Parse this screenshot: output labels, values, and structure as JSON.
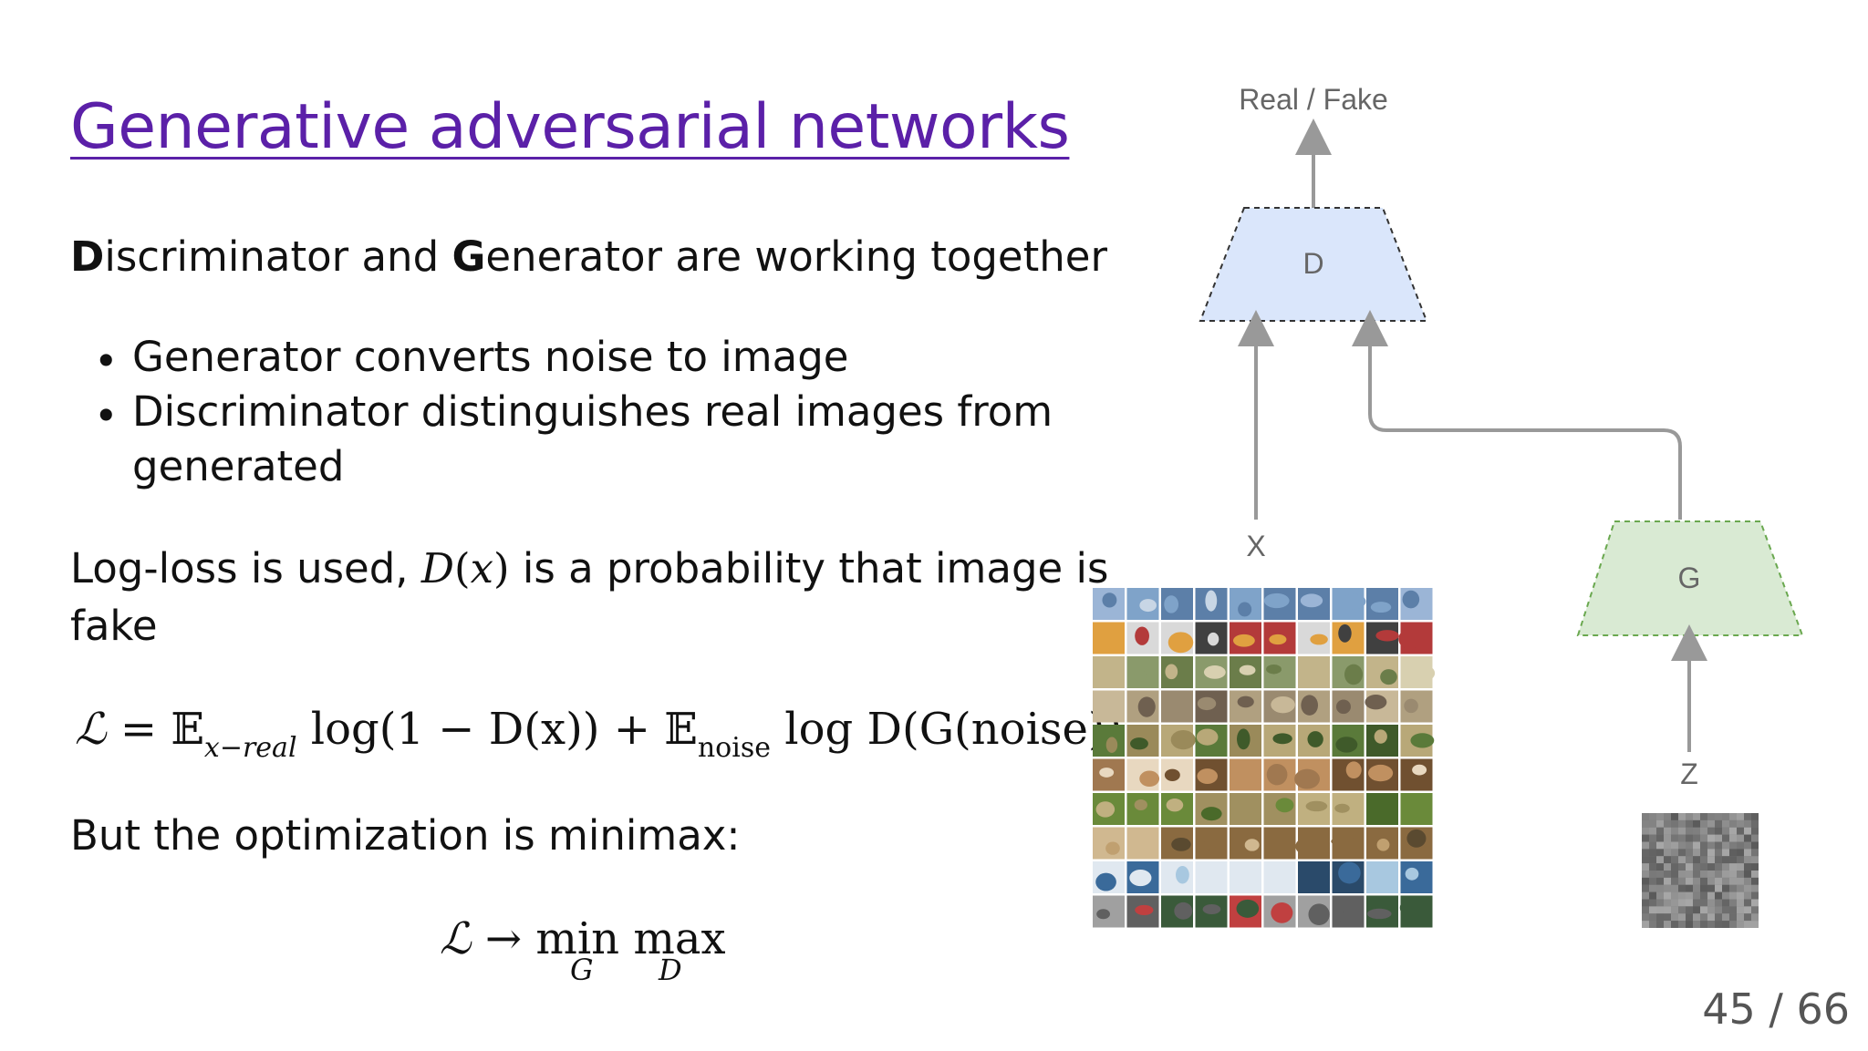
{
  "slide": {
    "title": "Generative adversarial networks",
    "intro": {
      "d_letter": "D",
      "part1": "iscriminator and ",
      "g_letter": "G",
      "part2": "enerator are working together"
    },
    "bullets": [
      "Generator converts noise to image",
      "Discriminator distinguishes real images from",
      "generated"
    ],
    "logloss": {
      "part1": "Log-loss is used, ",
      "func": "D",
      "paren_open": "(",
      "var": "x",
      "paren_close": ")",
      "part2": " is a probability that image is",
      "line2": "fake"
    },
    "loss_formula": {
      "L": "ℒ",
      "eq": " = 𝔼",
      "sub1": "x−real",
      "term1": " log(1 − D(x)) + 𝔼",
      "sub2": "noise",
      "term2": " log D(G(noise))"
    },
    "minimax_text": "But the optimization is minimax:",
    "minimax_formula": {
      "lhs": "ℒ → ",
      "min": "min",
      "max": "max",
      "min_sub": "G",
      "max_sub": "D"
    },
    "page_number": "45 / 66"
  },
  "diagram": {
    "output_label": "Real / Fake",
    "discriminator_label": "D",
    "generator_label": "G",
    "x_label": "X",
    "z_label": "Z",
    "colors": {
      "discriminator_fill": "#dae6fb",
      "generator_fill": "#d9ead3",
      "arrow": "#999999"
    }
  }
}
